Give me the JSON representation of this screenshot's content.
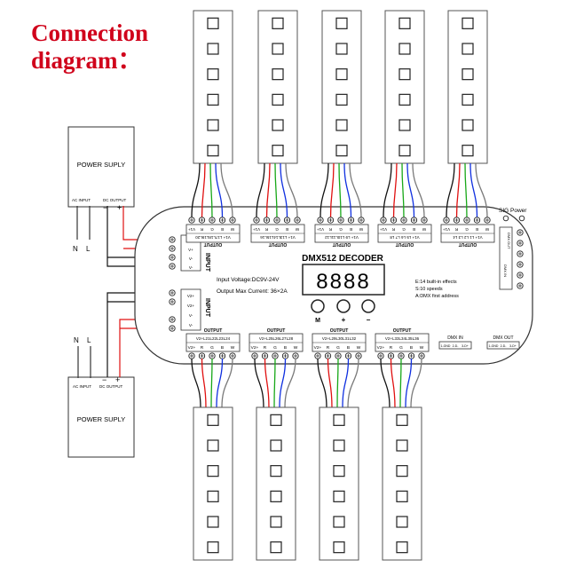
{
  "title": {
    "line1": "Connection",
    "line2": "diagram：",
    "color": "#d0021b"
  },
  "power_supply": {
    "label": "POWER SUPLY",
    "ac_input": "AC INPUT",
    "dc_output": "DC OUTPUT",
    "n": "N",
    "l": "L",
    "minus": "−",
    "plus": "+"
  },
  "decoder": {
    "name": "DMX512 DECODER",
    "voltage": "Input Voltage:DC9V-24V",
    "current": "Output Max  Current: 36×2A",
    "display": "8888",
    "notes": [
      "E:14 built-in effects",
      "S:10 speeds",
      "A:DMX first address"
    ],
    "buttons": [
      "M",
      "+",
      "−"
    ],
    "sig_power": "SIG Power",
    "input_label": "INPUT",
    "input1_terminals": [
      "V+",
      "V+",
      "V-",
      "V-"
    ],
    "input2_terminals": [
      "V2+",
      "V2+",
      "V-",
      "V-"
    ],
    "output_label": "OUTPUT",
    "dmx_in": "DMX IN",
    "dmx_out": "DMX OUT",
    "dmx_pins": [
      "1-GND",
      "2-D-",
      "3-D+"
    ],
    "dmx_side_out": "DMX OUT",
    "dmx_side_in": "DMX IN",
    "top_outputs": [
      {
        "channels": "V1+ L17L18L19L20",
        "terminals": [
          "V1+",
          "R",
          "G",
          "B",
          "W"
        ]
      },
      {
        "channels": "V1+ L13L14L15L16",
        "terminals": [
          "V1+",
          "R",
          "G",
          "B",
          "W"
        ]
      },
      {
        "channels": "V1+ L9 L10L11L12",
        "terminals": [
          "V1+",
          "R",
          "G",
          "B",
          "W"
        ]
      },
      {
        "channels": "V1+ L5 L6 L7 L8",
        "terminals": [
          "V1+",
          "R",
          "G",
          "B",
          "W"
        ]
      },
      {
        "channels": "V1+ L1 L2 L3 L4",
        "terminals": [
          "V1+",
          "R",
          "G",
          "B",
          "W"
        ]
      }
    ],
    "bottom_outputs": [
      {
        "channels": "V2+L21L22L23L24",
        "terminals": [
          "V2+",
          "R",
          "G",
          "B",
          "W"
        ]
      },
      {
        "channels": "V2+L25L26L27L28",
        "terminals": [
          "V2+",
          "R",
          "G",
          "B",
          "W"
        ]
      },
      {
        "channels": "V2+L29L30L31L32",
        "terminals": [
          "V2+",
          "R",
          "G",
          "B",
          "W"
        ]
      },
      {
        "channels": "V2+L33L34L35L36",
        "terminals": [
          "V2+",
          "R",
          "G",
          "B",
          "W"
        ]
      }
    ]
  },
  "wire_colors": [
    "#111111",
    "#e01010",
    "#18a818",
    "#1030e0",
    "#7a7a7a"
  ],
  "strip_leds_per_strip": 6
}
